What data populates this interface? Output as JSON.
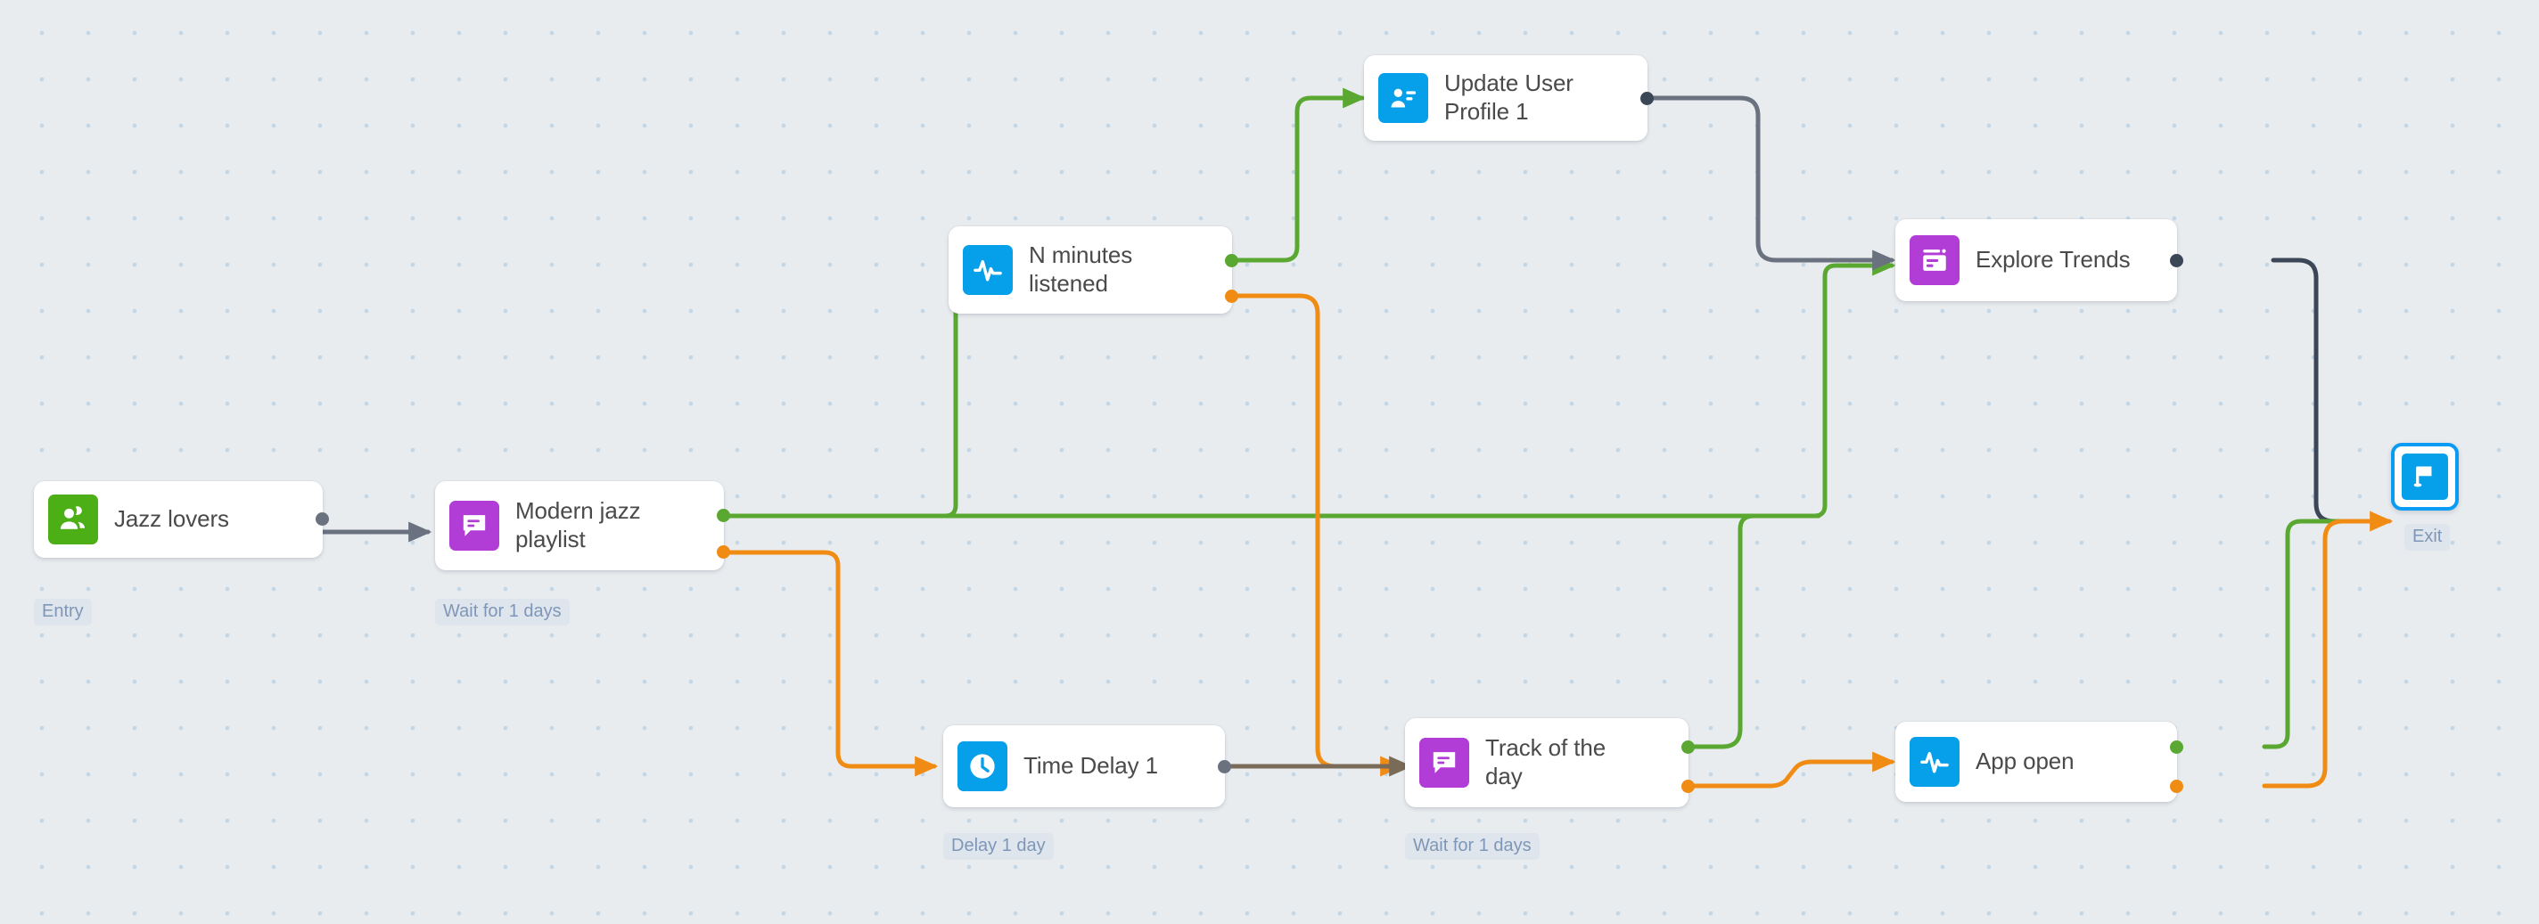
{
  "canvas": {
    "background_color": "#e9ecef",
    "grid_dot_color": "#c3d6e6"
  },
  "palette": {
    "green_edge": "#5aa832",
    "orange_edge": "#f08c14",
    "gray_edge": "#6a7280",
    "dark_edge": "#3b4656",
    "icon_green": "#4caf16",
    "icon_purple": "#b13dd6",
    "icon_blue": "#059fea",
    "selection_blue": "#0a9cf5",
    "node_bg": "#ffffff",
    "label_text": "#4a4a4a",
    "caption_text": "#7e97b8",
    "caption_bg": "#dfe5ec"
  },
  "nodes": [
    {
      "id": "jazz-lovers",
      "title": "Jazz lovers",
      "icon": "audience-people-icon",
      "icon_color": "green",
      "caption": "Entry"
    },
    {
      "id": "modern-jazz-playlist",
      "title": "Modern jazz\nplaylist",
      "icon": "in-app-message-icon",
      "icon_color": "purple",
      "caption": "Wait for 1 days"
    },
    {
      "id": "n-minutes-listened",
      "title": "N minutes\nlistened",
      "icon": "event-pulse-icon",
      "icon_color": "blue",
      "caption": ""
    },
    {
      "id": "update-user-profile-1",
      "title": "Update User\nProfile 1",
      "icon": "user-profile-card-icon",
      "icon_color": "blue",
      "caption": ""
    },
    {
      "id": "explore-trends",
      "title": "Explore Trends",
      "icon": "in-app-window-icon",
      "icon_color": "purple",
      "caption": ""
    },
    {
      "id": "time-delay-1",
      "title": "Time Delay 1",
      "icon": "clock-icon",
      "icon_color": "blue",
      "caption": "Delay 1 day"
    },
    {
      "id": "track-of-the-day",
      "title": "Track of the\nday",
      "icon": "in-app-message-icon",
      "icon_color": "purple",
      "caption": "Wait for 1 days"
    },
    {
      "id": "app-open",
      "title": "App open",
      "icon": "event-pulse-icon",
      "icon_color": "blue",
      "caption": ""
    },
    {
      "id": "exit",
      "title": "Exit",
      "icon": "flag-icon",
      "icon_color": "blue",
      "caption": "Exit",
      "selected": true
    }
  ],
  "edges": [
    {
      "from": "jazz-lovers",
      "to": "modern-jazz-playlist",
      "color": "gray"
    },
    {
      "from": "modern-jazz-playlist",
      "port": "green",
      "to": "n-minutes-listened",
      "color": "green"
    },
    {
      "from": "modern-jazz-playlist",
      "port": "green",
      "to": "explore-trends",
      "color": "green"
    },
    {
      "from": "modern-jazz-playlist",
      "port": "orange",
      "to": "time-delay-1",
      "color": "orange"
    },
    {
      "from": "n-minutes-listened",
      "port": "green",
      "to": "update-user-profile-1",
      "color": "green"
    },
    {
      "from": "n-minutes-listened",
      "port": "orange",
      "to": "track-of-the-day",
      "color": "orange"
    },
    {
      "from": "update-user-profile-1",
      "to": "explore-trends",
      "color": "gray"
    },
    {
      "from": "time-delay-1",
      "to": "track-of-the-day",
      "color": "gray"
    },
    {
      "from": "track-of-the-day",
      "port": "green",
      "to": "n-minutes-listened",
      "color": "green"
    },
    {
      "from": "track-of-the-day",
      "port": "orange",
      "to": "app-open",
      "color": "orange"
    },
    {
      "from": "explore-trends",
      "to": "exit",
      "color": "dark"
    },
    {
      "from": "app-open",
      "port": "green",
      "to": "exit",
      "color": "green"
    },
    {
      "from": "app-open",
      "port": "orange",
      "to": "exit",
      "color": "orange"
    }
  ]
}
